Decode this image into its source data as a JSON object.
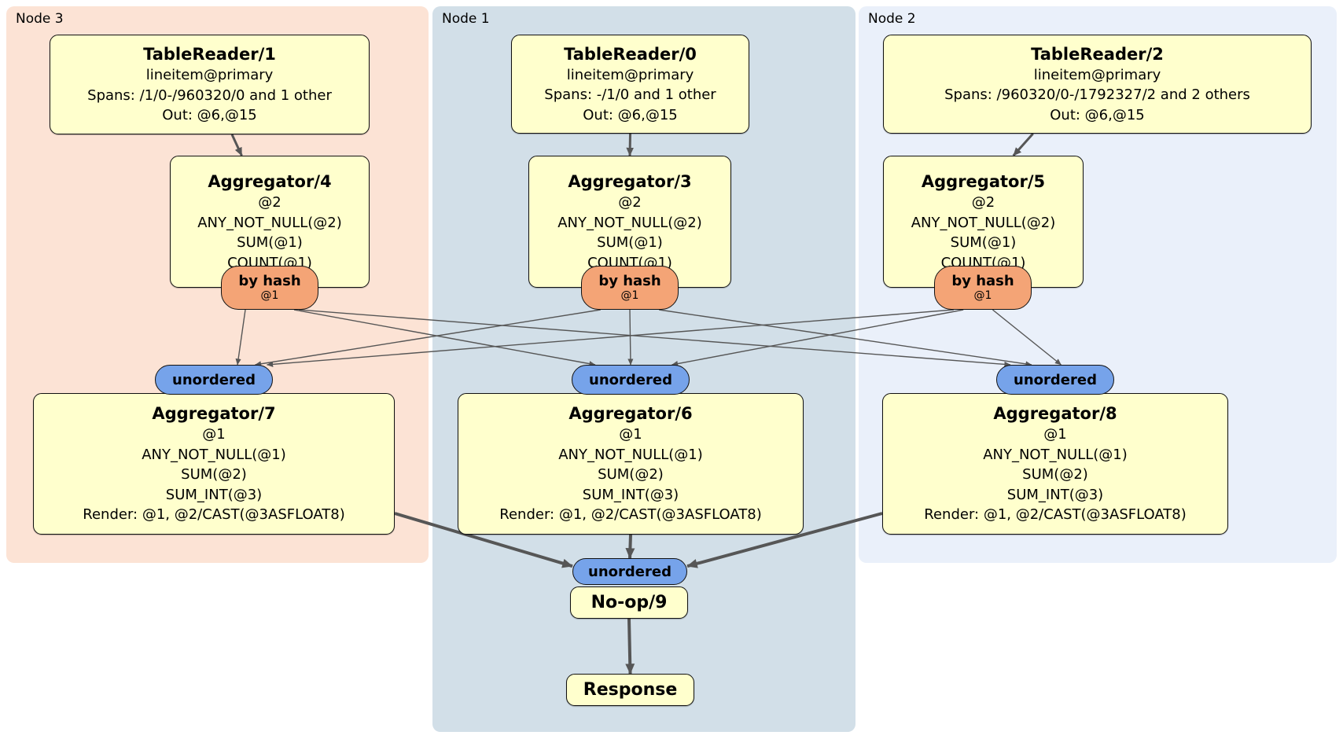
{
  "regions": {
    "node3": {
      "label": "Node 3"
    },
    "node1": {
      "label": "Node 1"
    },
    "node2": {
      "label": "Node 2"
    }
  },
  "processors": {
    "tr1": {
      "title": "TableReader/1",
      "lines": [
        "lineitem@primary",
        "Spans: /1/0-/960320/0 and 1 other",
        "Out: @6,@15"
      ]
    },
    "tr0": {
      "title": "TableReader/0",
      "lines": [
        "lineitem@primary",
        "Spans: -/1/0 and 1 other",
        "Out: @6,@15"
      ]
    },
    "tr2": {
      "title": "TableReader/2",
      "lines": [
        "lineitem@primary",
        "Spans: /960320/0-/1792327/2 and 2 others",
        "Out: @6,@15"
      ]
    },
    "agg4": {
      "title": "Aggregator/4",
      "lines": [
        "@2",
        "ANY_NOT_NULL(@2)",
        "SUM(@1)",
        "COUNT(@1)"
      ]
    },
    "agg3": {
      "title": "Aggregator/3",
      "lines": [
        "@2",
        "ANY_NOT_NULL(@2)",
        "SUM(@1)",
        "COUNT(@1)"
      ]
    },
    "agg5": {
      "title": "Aggregator/5",
      "lines": [
        "@2",
        "ANY_NOT_NULL(@2)",
        "SUM(@1)",
        "COUNT(@1)"
      ]
    },
    "agg7": {
      "title": "Aggregator/7",
      "lines": [
        "@1",
        "ANY_NOT_NULL(@1)",
        "SUM(@2)",
        "SUM_INT(@3)",
        "Render: @1, @2/CAST(@3ASFLOAT8)"
      ]
    },
    "agg6": {
      "title": "Aggregator/6",
      "lines": [
        "@1",
        "ANY_NOT_NULL(@1)",
        "SUM(@2)",
        "SUM_INT(@3)",
        "Render: @1, @2/CAST(@3ASFLOAT8)"
      ]
    },
    "agg8": {
      "title": "Aggregator/8",
      "lines": [
        "@1",
        "ANY_NOT_NULL(@1)",
        "SUM(@2)",
        "SUM_INT(@3)",
        "Render: @1, @2/CAST(@3ASFLOAT8)"
      ]
    },
    "noop9": {
      "title": "No-op/9"
    },
    "response": {
      "title": "Response"
    }
  },
  "routers": {
    "bh4": {
      "label": "by hash",
      "detail": "@1"
    },
    "bh3": {
      "label": "by hash",
      "detail": "@1"
    },
    "bh5": {
      "label": "by hash",
      "detail": "@1"
    }
  },
  "streams": {
    "u7": {
      "label": "unordered"
    },
    "u6": {
      "label": "unordered"
    },
    "u8": {
      "label": "unordered"
    },
    "u9": {
      "label": "unordered"
    }
  },
  "edges": [
    {
      "from": "tr1",
      "fa": "bottom@0.57",
      "to": "agg4",
      "ta": "top@0.36",
      "w": 3,
      "m": "m"
    },
    {
      "from": "tr0",
      "fa": "bottom@0.5",
      "to": "agg3",
      "ta": "top@0.5",
      "w": 3,
      "m": "m"
    },
    {
      "from": "tr2",
      "fa": "bottom@0.35",
      "to": "agg5",
      "ta": "top@0.65",
      "w": 3,
      "m": "m"
    },
    {
      "from": "bh4",
      "fa": "bottom@0.25",
      "to": "u7",
      "ta": "top@0.7",
      "w": 1.4,
      "m": "s"
    },
    {
      "from": "bh4",
      "fa": "bottom@0.75",
      "to": "u6",
      "ta": "top@0.2",
      "w": 1.4,
      "m": "s"
    },
    {
      "from": "bh4",
      "fa": "bottom@0.8",
      "to": "u8",
      "ta": "top@0.12",
      "w": 1.4,
      "m": "s"
    },
    {
      "from": "bh3",
      "fa": "bottom@0.2",
      "to": "u7",
      "ta": "top@0.85",
      "w": 1.4,
      "m": "s"
    },
    {
      "from": "bh3",
      "fa": "bottom@0.5",
      "to": "u6",
      "ta": "top@0.5",
      "w": 1.4,
      "m": "s"
    },
    {
      "from": "bh3",
      "fa": "bottom@0.8",
      "to": "u8",
      "ta": "top@0.3",
      "w": 1.4,
      "m": "s"
    },
    {
      "from": "bh5",
      "fa": "bottom@0.2",
      "to": "u7",
      "ta": "top@0.95",
      "w": 1.4,
      "m": "s"
    },
    {
      "from": "bh5",
      "fa": "bottom@0.3",
      "to": "u6",
      "ta": "top@0.85",
      "w": 1.4,
      "m": "s"
    },
    {
      "from": "bh5",
      "fa": "bottom@0.6",
      "to": "u8",
      "ta": "top@0.55",
      "w": 1.4,
      "m": "s"
    },
    {
      "from": "agg7",
      "fa": "right@0.85",
      "to": "u9",
      "ta": "left@0.3",
      "w": 4,
      "m": "l"
    },
    {
      "from": "agg6",
      "fa": "bottom@0.5",
      "to": "u9",
      "ta": "top@0.5",
      "w": 4,
      "m": "l"
    },
    {
      "from": "agg8",
      "fa": "left@0.85",
      "to": "u9",
      "ta": "right@0.3",
      "w": 4,
      "m": "l"
    },
    {
      "from": "noop9",
      "fa": "bottom@0.5",
      "to": "response",
      "ta": "top@0.5",
      "w": 4,
      "m": "l"
    }
  ],
  "colors": {
    "node3-bg": "#fce3d5",
    "node1-bg": "#d2dfe8",
    "node2-bg": "#eaf0fa",
    "box-bg": "#ffffcd",
    "box-border": "#111111",
    "router-bg": "#f4a476",
    "sync-bg": "#76a3ea",
    "edge": "#565656"
  }
}
